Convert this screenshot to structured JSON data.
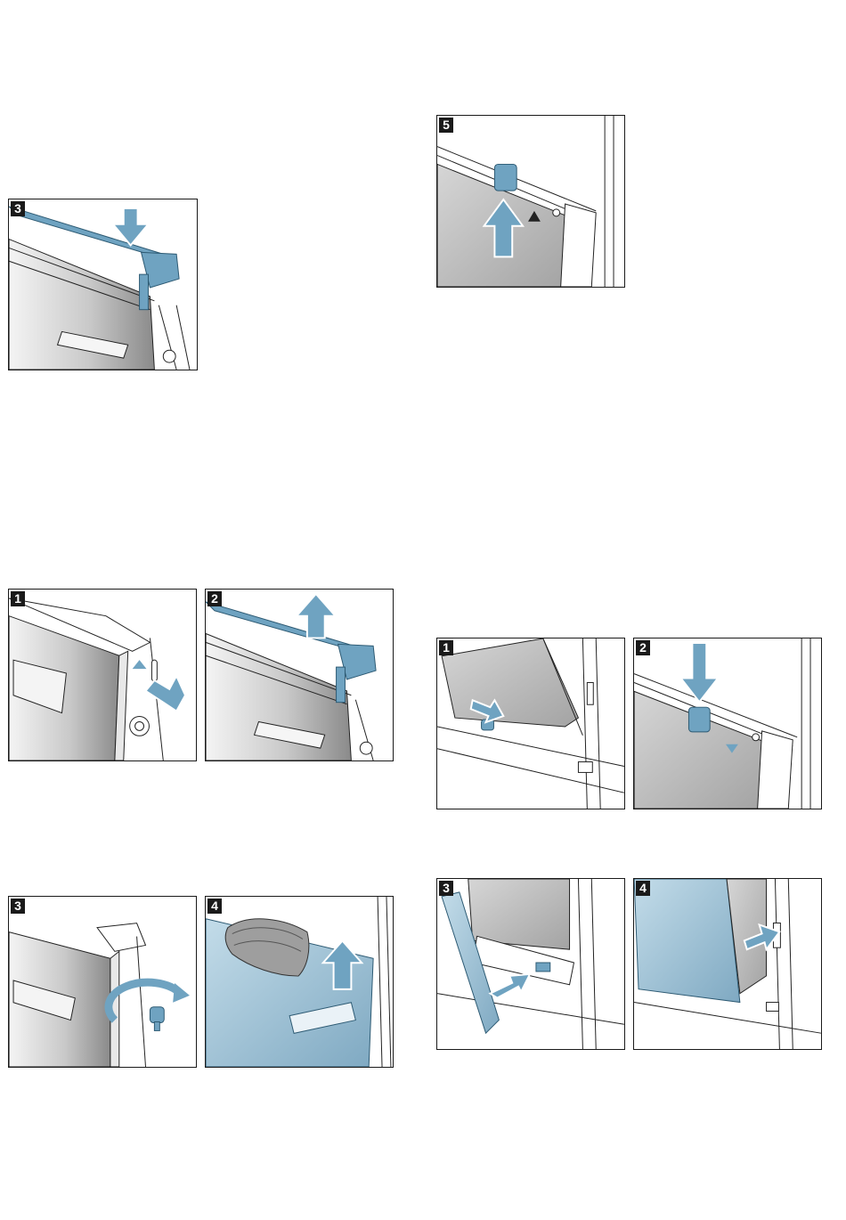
{
  "left_column": {
    "step_single": {
      "number": "3"
    },
    "steps_top": [
      {
        "number": "1"
      },
      {
        "number": "2"
      }
    ],
    "steps_bottom": [
      {
        "number": "3"
      },
      {
        "number": "4"
      }
    ]
  },
  "right_column": {
    "step_single": {
      "number": "5"
    },
    "steps_top": [
      {
        "number": "1"
      },
      {
        "number": "2"
      }
    ],
    "steps_bottom": [
      {
        "number": "3"
      },
      {
        "number": "4"
      }
    ]
  },
  "colors": {
    "accent_blue": "#6fa3c1",
    "accent_blue_light": "#a9cde0",
    "frame": "#1a1a1a",
    "metal_dark": "#8f8f8f",
    "metal_light": "#f2f2f2"
  },
  "icons": [
    "press-down-arrow-icon",
    "lift-up-arrow-icon",
    "push-arrow-icon",
    "rotate-arrow-icon"
  ]
}
